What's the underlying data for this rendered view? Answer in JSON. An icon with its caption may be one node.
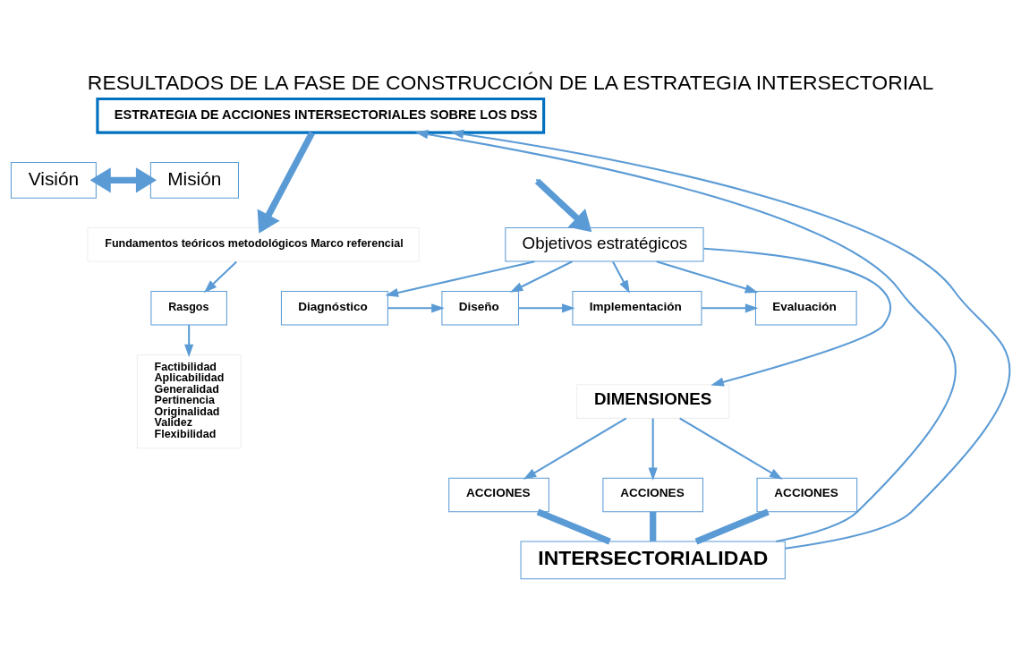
{
  "diagram": {
    "title": "RESULTADOS DE LA FASE DE CONSTRUCCIÓN DE LA ESTRATEGIA INTERSECTORIAL",
    "nodes": [
      {
        "text": [
          "ESTRATEGIA DE ACCIONES INTERSECTORIALES SOBRE LOS DSS"
        ]
      },
      {
        "text": [
          "Visión"
        ]
      },
      {
        "text": [
          "Misión"
        ]
      },
      {
        "text": [
          "Objetivos estratégicos"
        ]
      },
      {
        "text": [
          "Fundamentos teóricos metodológicos Marco referencial"
        ]
      },
      {
        "text": [
          "Rasgos"
        ]
      },
      {
        "text": [
          "Factibilidad",
          "Aplicabilidad",
          "Generalidad",
          "Pertinencia",
          "Originalidad",
          "Validez",
          "Flexibilidad"
        ]
      },
      {
        "text": [
          "Diagnóstico"
        ]
      },
      {
        "text": [
          "Diseño"
        ]
      },
      {
        "text": [
          "Implementación"
        ]
      },
      {
        "text": [
          "Evaluación"
        ]
      },
      {
        "text": [
          "DIMENSIONES"
        ]
      },
      {
        "text": [
          "ACCIONES"
        ]
      },
      {
        "text": [
          "ACCIONES"
        ]
      },
      {
        "text": [
          "ACCIONES"
        ]
      },
      {
        "text": [
          "INTERSECTORIALIDAD"
        ]
      }
    ],
    "edges": [
      {
        "from": 0,
        "to": 4,
        "arrow": "to",
        "style": "thick"
      },
      {
        "from": 1,
        "to": 2,
        "arrow": "both",
        "style": "thick"
      },
      {
        "from": null,
        "to": 3,
        "arrow": "to",
        "style": "thick"
      },
      {
        "from": 4,
        "to": 5,
        "arrow": "to"
      },
      {
        "from": 5,
        "to": 6,
        "arrow": "to"
      },
      {
        "from": 3,
        "to": 7,
        "arrow": "to"
      },
      {
        "from": 3,
        "to": 8,
        "arrow": "to"
      },
      {
        "from": 3,
        "to": 9,
        "arrow": "to"
      },
      {
        "from": 3,
        "to": 10,
        "arrow": "to"
      },
      {
        "from": 7,
        "to": 8,
        "arrow": "to"
      },
      {
        "from": 8,
        "to": 9,
        "arrow": "to"
      },
      {
        "from": 9,
        "to": 10,
        "arrow": "to"
      },
      {
        "from": 3,
        "to": 11,
        "arrow": "to"
      },
      {
        "from": 11,
        "to": 12,
        "arrow": "to"
      },
      {
        "from": 11,
        "to": 13,
        "arrow": "to"
      },
      {
        "from": 11,
        "to": 14,
        "arrow": "to"
      },
      {
        "from": 12,
        "to": 15,
        "arrow": "none",
        "style": "thick"
      },
      {
        "from": 13,
        "to": 15,
        "arrow": "none",
        "style": "thick"
      },
      {
        "from": 14,
        "to": 15,
        "arrow": "none",
        "style": "thick"
      },
      {
        "from": 15,
        "to": 0,
        "arrow": "to"
      },
      {
        "from": 15,
        "to": 0,
        "arrow": "to"
      }
    ]
  }
}
